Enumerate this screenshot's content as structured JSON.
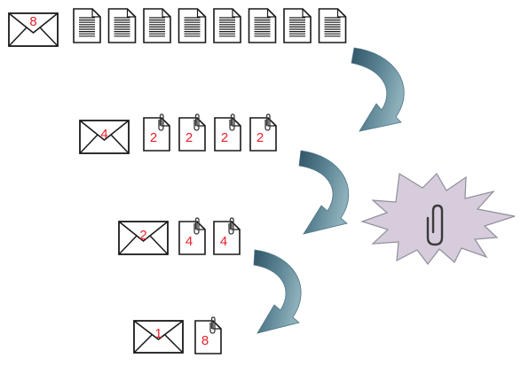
{
  "stages": [
    {
      "envelope_number": "8",
      "document_count": 8,
      "document_label": ""
    },
    {
      "envelope_number": "4",
      "document_count": 4,
      "document_label": "2"
    },
    {
      "envelope_number": "2",
      "document_count": 2,
      "document_label": "4"
    },
    {
      "envelope_number": "1",
      "document_count": 1,
      "document_label": "8"
    }
  ],
  "colors": {
    "number_red": "#e8202a",
    "arrow_dark": "#2f5567",
    "arrow_light": "#7da2ae",
    "burst_fill": "#d6ccdc",
    "burst_stroke": "#8f8f9a"
  },
  "icons": [
    "envelope-icon",
    "document-lines-icon",
    "paperclip-document-icon",
    "curved-arrow-icon",
    "starburst-paperclip-icon"
  ]
}
